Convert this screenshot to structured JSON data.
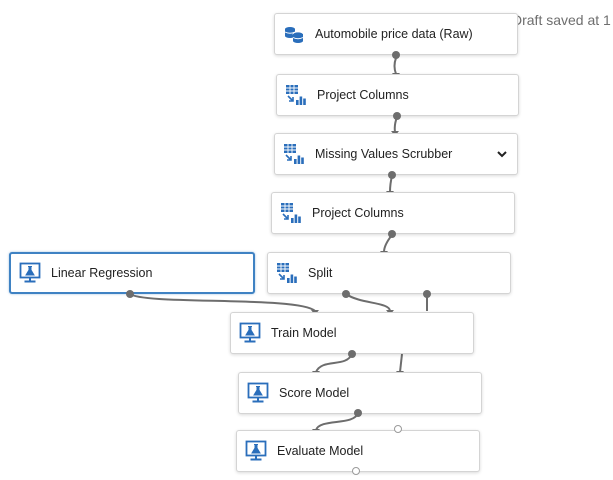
{
  "status": {
    "text": "Draft saved at 1"
  },
  "modules": {
    "automobile_data": {
      "label": "Automobile price data (Raw)",
      "icon": "dataset-icon"
    },
    "project_columns_1": {
      "label": "Project Columns",
      "icon": "data-transform-icon"
    },
    "missing_values": {
      "label": "Missing Values Scrubber",
      "icon": "data-transform-icon",
      "expand_icon": "chevron-down-icon"
    },
    "project_columns_2": {
      "label": "Project Columns",
      "icon": "data-transform-icon"
    },
    "split": {
      "label": "Split",
      "icon": "data-transform-icon"
    },
    "linear_regression": {
      "label": "Linear Regression",
      "icon": "machine-learning-icon",
      "selected": true
    },
    "train_model": {
      "label": "Train Model",
      "icon": "machine-learning-icon"
    },
    "score_model": {
      "label": "Score Model",
      "icon": "machine-learning-icon"
    },
    "evaluate_model": {
      "label": "Evaluate Model",
      "icon": "machine-learning-icon"
    }
  },
  "colors": {
    "accent": "#3f82c3",
    "icon_blue": "#2a6ebb",
    "connector": "#6d6d6d",
    "module_border": "#d4d4d4"
  }
}
